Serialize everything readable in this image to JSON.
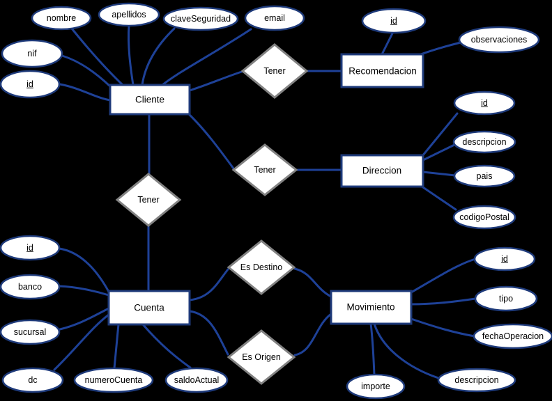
{
  "diagram_type": "entity-relationship",
  "colors": {
    "background": "#000000",
    "connector": "#1e4197",
    "node_fill": "#ffffff",
    "entity_border": "#1e3a7a",
    "attribute_border": "#1e3a7a",
    "relationship_border": "#828282",
    "label_text": "#000000"
  },
  "entities": {
    "cliente": {
      "label": "Cliente"
    },
    "recomendacion": {
      "label": "Recomendacion"
    },
    "direccion": {
      "label": "Direccion"
    },
    "cuenta": {
      "label": "Cuenta"
    },
    "movimiento": {
      "label": "Movimiento"
    }
  },
  "relationships": {
    "tener_cliente_recomendacion": {
      "label": "Tener"
    },
    "tener_cliente_direccion": {
      "label": "Tener"
    },
    "tener_cliente_cuenta": {
      "label": "Tener"
    },
    "es_destino": {
      "label": "Es Destino"
    },
    "es_origen": {
      "label": "Es Origen"
    }
  },
  "attributes": {
    "cliente_nombre": {
      "label": "nombre",
      "is_key": false
    },
    "cliente_apellidos": {
      "label": "apellidos",
      "is_key": false
    },
    "cliente_claveSeguridad": {
      "label": "claveSeguridad",
      "is_key": false
    },
    "cliente_email": {
      "label": "email",
      "is_key": false
    },
    "cliente_nif": {
      "label": "nif",
      "is_key": false
    },
    "cliente_id": {
      "label": "id",
      "is_key": true
    },
    "recomendacion_id": {
      "label": "id",
      "is_key": true
    },
    "recomendacion_observaciones": {
      "label": "observaciones",
      "is_key": false
    },
    "direccion_id": {
      "label": "id",
      "is_key": true
    },
    "direccion_descripcion": {
      "label": "descripcion",
      "is_key": false
    },
    "direccion_pais": {
      "label": "pais",
      "is_key": false
    },
    "direccion_codigoPostal": {
      "label": "codigoPostal",
      "is_key": false
    },
    "cuenta_id": {
      "label": "id",
      "is_key": true
    },
    "cuenta_banco": {
      "label": "banco",
      "is_key": false
    },
    "cuenta_sucursal": {
      "label": "sucursal",
      "is_key": false
    },
    "cuenta_dc": {
      "label": "dc",
      "is_key": false
    },
    "cuenta_numeroCuenta": {
      "label": "numeroCuenta",
      "is_key": false
    },
    "cuenta_saldoActual": {
      "label": "saldoActual",
      "is_key": false
    },
    "movimiento_id": {
      "label": "id",
      "is_key": true
    },
    "movimiento_tipo": {
      "label": "tipo",
      "is_key": false
    },
    "movimiento_fechaOperacion": {
      "label": "fechaOperacion",
      "is_key": false
    },
    "movimiento_importe": {
      "label": "importe",
      "is_key": false
    },
    "movimiento_descripcion": {
      "label": "descripcion",
      "is_key": false
    }
  }
}
